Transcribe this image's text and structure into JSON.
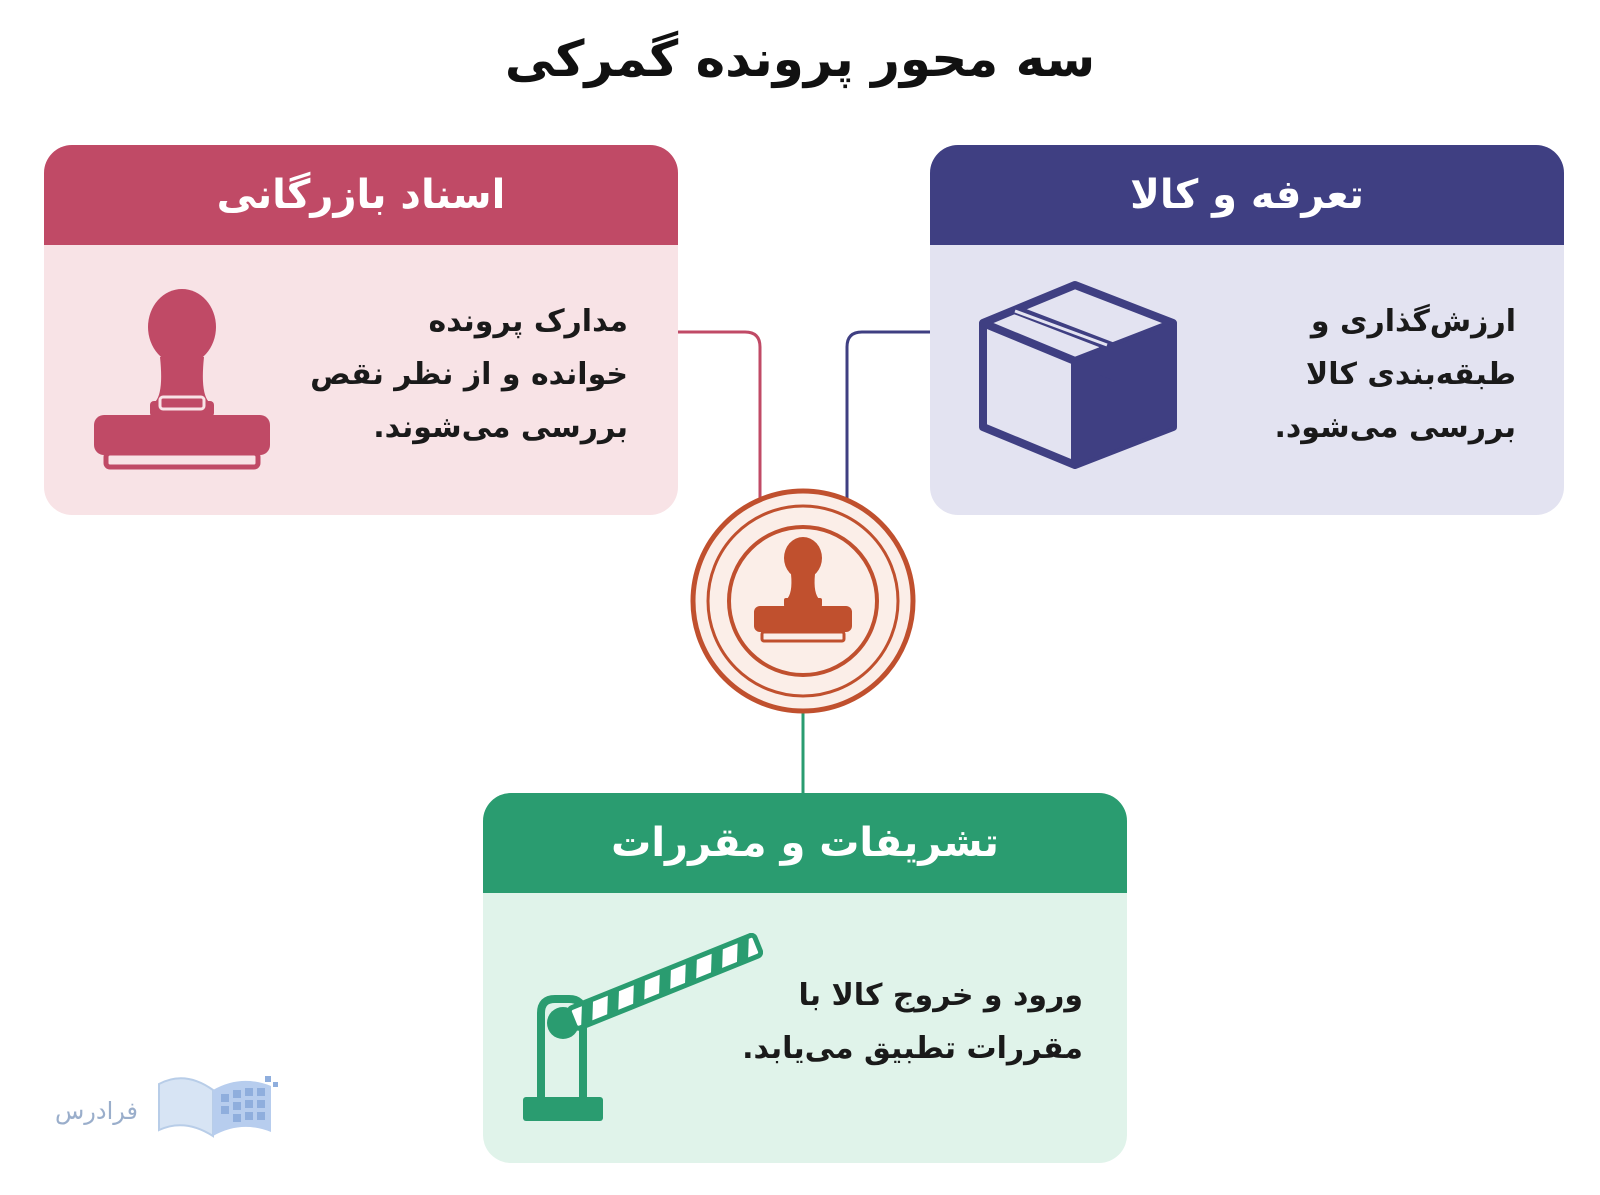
{
  "title": "سه محور پرونده گمرکی",
  "cards": {
    "docs": {
      "heading": "اسناد بازرگانی",
      "text": "مدارک پرونده\nخوانده و از نظر نقص\nبررسی می‌شوند.",
      "icon": "stamp-icon",
      "color": "#c04a66"
    },
    "tariff": {
      "heading": "تعرفه و کالا",
      "text": "ارزش‌گذاری و\nطبقه‌بندی کالا\nبررسی می‌شود.",
      "icon": "box-icon",
      "color": "#3f3f82"
    },
    "protocol": {
      "heading": "تشریفات و مقررات",
      "text": "ورود و خروج کالا با\nمقررات تطبیق می‌یابد.",
      "icon": "barrier-gate-icon",
      "color": "#2a9c70"
    }
  },
  "center": {
    "icon": "customs-stamp-icon",
    "color": "#c0502e"
  },
  "logo": {
    "text": "فرادرس",
    "icon": "open-book-icon"
  }
}
